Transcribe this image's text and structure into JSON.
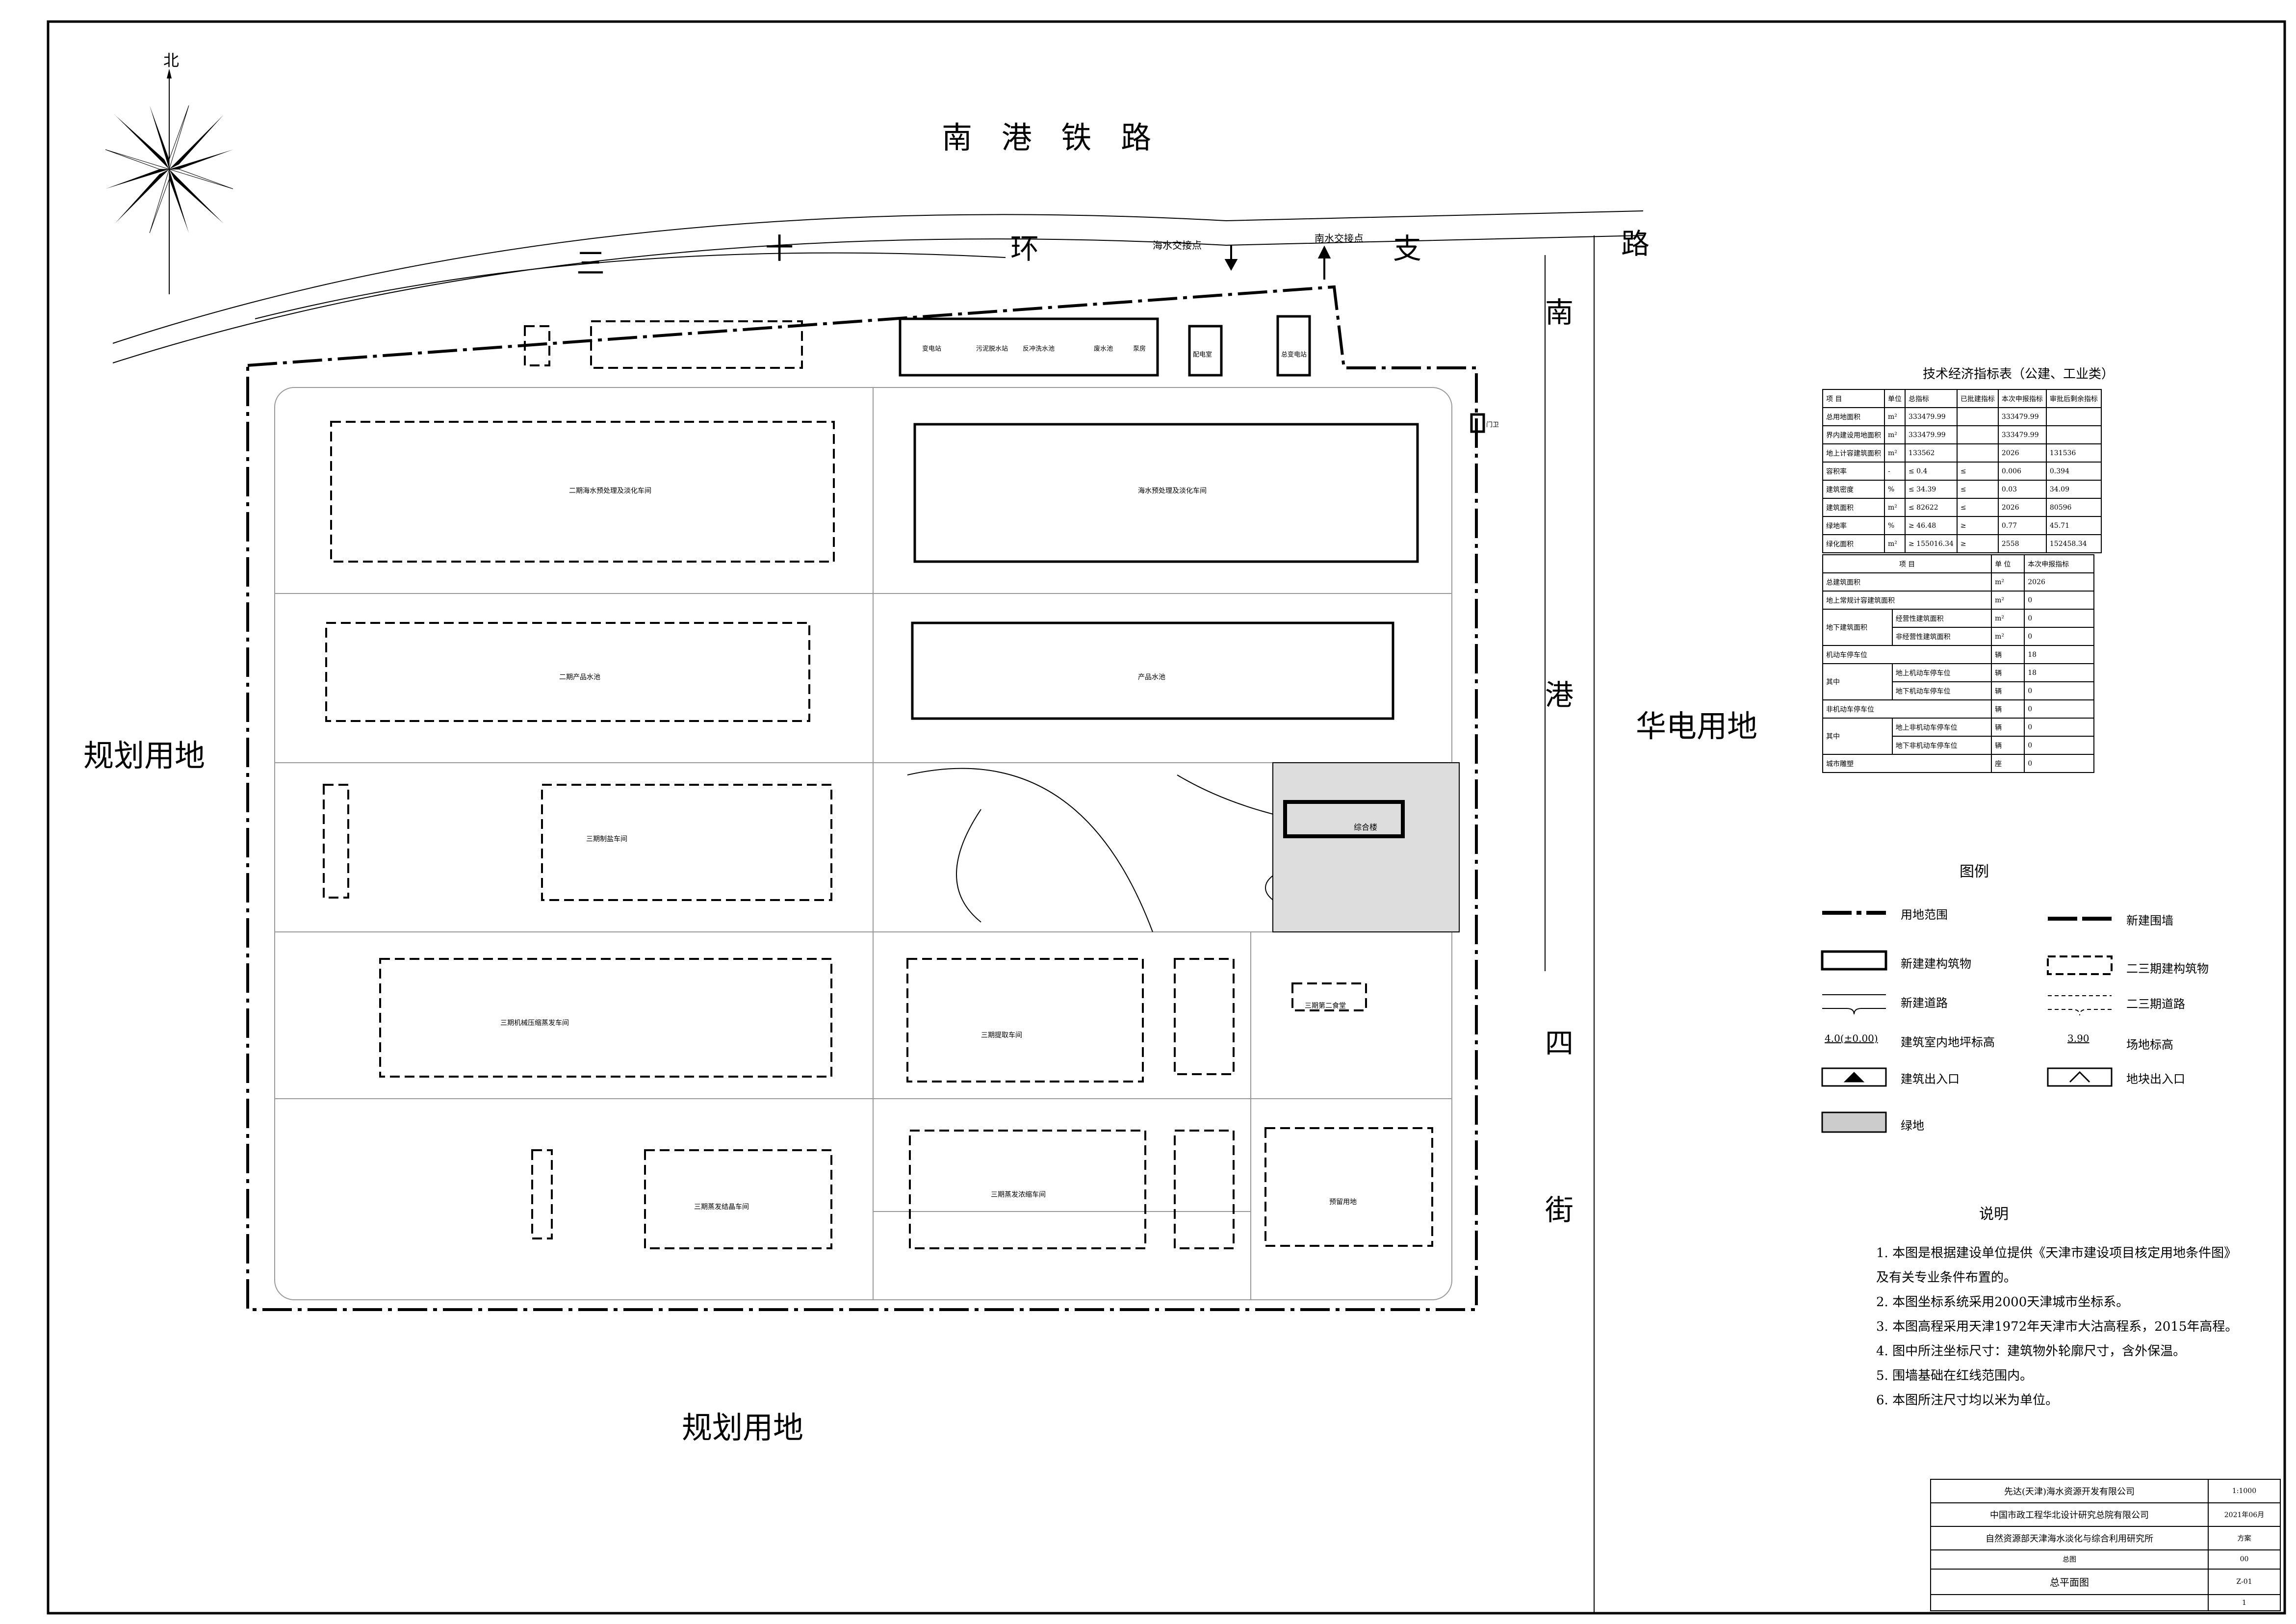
{
  "compass": {
    "north": "北"
  },
  "roads": {
    "railway": "南  港  铁  路",
    "ring_chars": [
      "三",
      "十",
      "环",
      "支",
      "路"
    ],
    "east_chars": [
      "南",
      "港",
      "四",
      "街"
    ]
  },
  "neighbors": {
    "west": "规划用地",
    "south": "规划用地",
    "east": "华电用地"
  },
  "connections": {
    "water": "海水交接点",
    "power": "南水交接点"
  },
  "tech_table": {
    "title": "技术经济指标表（公建、工业类）",
    "headers": [
      "项 目",
      "单位",
      "总指标",
      "已批建指标",
      "本次申报指标",
      "审批后剩余指标"
    ],
    "rows": [
      [
        "总用地面积",
        "m²",
        "333479.99",
        "",
        "333479.99",
        ""
      ],
      [
        "界内建设用地面积",
        "m²",
        "333479.99",
        "",
        "333479.99",
        ""
      ],
      [
        "地上计容建筑面积",
        "m²",
        "133562",
        "",
        "2026",
        "131536"
      ],
      [
        "容积率",
        "-",
        "≤ 0.4",
        "≤",
        "0.006",
        "0.394"
      ],
      [
        "建筑密度",
        "%",
        "≤ 34.39",
        "≤",
        "0.03",
        "34.09"
      ],
      [
        "建筑面积",
        "m²",
        "≤ 82622",
        "≤",
        "2026",
        "80596"
      ],
      [
        "绿地率",
        "%",
        "≥ 46.48",
        "≥",
        "0.77",
        "45.71"
      ],
      [
        "绿化面积",
        "m²",
        "≥ 155016.34",
        "≥",
        "2558",
        "152458.34"
      ]
    ],
    "sub_headers": [
      "项 目",
      "单 位",
      "本次申报指标"
    ],
    "sub_rows": [
      [
        "总建筑面积",
        "m²",
        "2026"
      ],
      [
        "地上常规计容建筑面积",
        "m²",
        "0"
      ],
      [
        "经营性建筑面积",
        "m²",
        "0"
      ],
      [
        "非经营性建筑面积",
        "m²",
        "0"
      ],
      [
        "机动车停车位",
        "辆",
        "18"
      ],
      [
        "地上机动车停车位",
        "辆",
        "18"
      ],
      [
        "地下机动车停车位",
        "辆",
        "0"
      ],
      [
        "非机动车停车位",
        "辆",
        "0"
      ],
      [
        "地上非机动车停车位",
        "辆",
        "0"
      ],
      [
        "地下非机动车停车位",
        "辆",
        "0"
      ],
      [
        "城市雕塑",
        "座",
        "0"
      ]
    ],
    "group_labels": [
      "地下建筑面积",
      "其中",
      "其中"
    ]
  },
  "legend": {
    "title": "图例",
    "items": [
      "用地范围",
      "新建围墙",
      "新建建构筑物",
      "二三期建构筑物",
      "新建道路",
      "二三期道路",
      "建筑室内地坪标高",
      "场地标高",
      "建筑出入口",
      "地块出入口",
      "绿地"
    ],
    "elev_sample": "4.0(±0.00)",
    "site_elev_sample": "3.90"
  },
  "notes": {
    "title": "说明",
    "items": [
      "1. 本图是根据建设单位提供《天津市建设项目核定用地条件图》",
      "   及有关专业条件布置的。",
      "2. 本图坐标系统采用2000天津城市坐标系。",
      "3. 本图高程采用天津1972年天津市大沽高程系，2015年高程。",
      "4. 图中所注坐标尺寸：建筑物外轮廓尺寸，含外保温。",
      "5. 围墙基础在红线范围内。",
      "6. 本图所注尺寸均以米为单位。"
    ]
  },
  "title_block": {
    "org1": "先达(天津)海水资源开发有限公司",
    "org2": "中国市政工程华北设计研究总院有限公司",
    "org3": "自然资源部天津海水淡化与综合利用研究所",
    "scale": "1:1000",
    "date": "2021年06月",
    "phase": "方案",
    "no": "00",
    "drawing_title": "总平面图",
    "drawing_sub": "总图",
    "sheet": "Z-01",
    "page": "1"
  },
  "buildings": {
    "main": "综合楼",
    "b1": "海水预处理及淡化车间",
    "b2": "二期海水预处理及淡化车间",
    "b3": "产品水池",
    "b4": "二期产品水池",
    "b5": "三期制盐车间",
    "b6": "三期机械压缩蒸发车间",
    "b7": "三期提取车间",
    "b8": "预留用地",
    "b9": "三期第二食堂",
    "b10": "三期蒸发结晶车间",
    "b11": "三期蒸发浓缩车间",
    "s1": "变电站",
    "s2": "污泥脱水站",
    "s3": "反冲洗水池",
    "s4": "废水池",
    "s5": "泵房",
    "s6": "配电室",
    "s7": "总变电站",
    "s8": "门卫"
  },
  "colors": {
    "line": "#000000",
    "road": "#aaaaaa",
    "green": "#cccccc"
  }
}
